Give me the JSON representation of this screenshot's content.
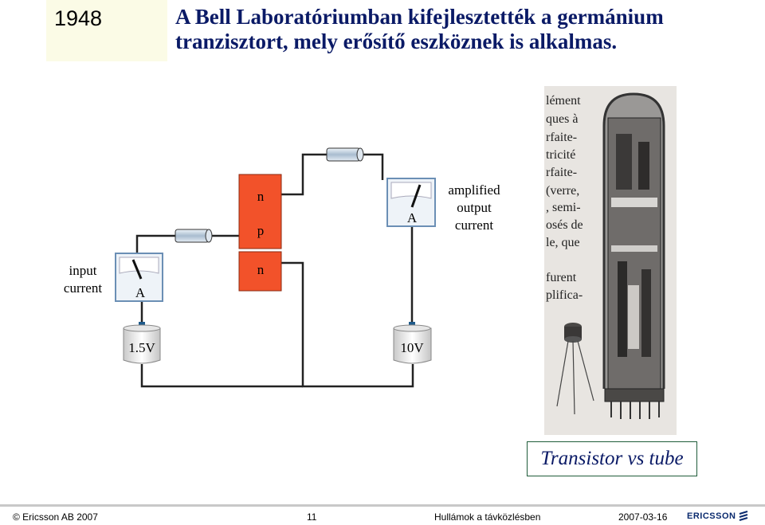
{
  "header": {
    "year": "1948",
    "title_line1": "A Bell Laboratóriumban kifejlesztették a germánium",
    "title_line2": "tranzisztort, mely erősítő eszköznek is alkalmas."
  },
  "diagram": {
    "transistor_layers": [
      "n",
      "p",
      "n"
    ],
    "input_label_line1": "input",
    "input_label_line2": "current",
    "output_label_line1": "amplified",
    "output_label_line2": "output",
    "output_label_line3": "current",
    "meter_unit": "A",
    "battery_input": "1.5V",
    "battery_output": "10V"
  },
  "photo": {
    "text_lines": [
      "lément",
      "ques à",
      "rfaite-",
      "tricité",
      "rfaite-",
      "(verre,",
      ", semi-",
      "osés de",
      "le, que",
      "furent",
      "plifica-"
    ]
  },
  "caption": "Transistor vs tube",
  "footer": {
    "copyright": "© Ericsson AB 2007",
    "page": "11",
    "course": "Hullámok a távközlésben",
    "date": "2007-03-16",
    "logo": "ERICSSON"
  },
  "colors": {
    "title": "#0a1a66",
    "layer_fill": "#f2522a",
    "wire": "#222222",
    "caption_border": "#1f5c3a"
  }
}
